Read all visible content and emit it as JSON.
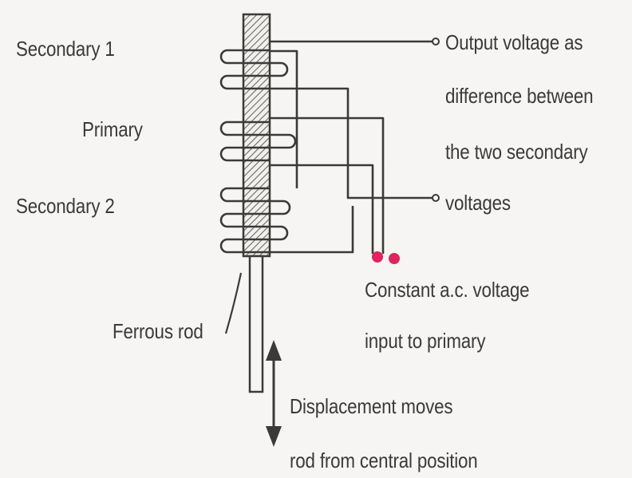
{
  "labels": {
    "secondary1": "Secondary 1",
    "primary": "Primary",
    "secondary2": "Secondary 2",
    "output_line1": "Output voltage as",
    "output_line2": "difference between",
    "output_line3": "the two secondary",
    "output_line4": "voltages",
    "constant_line1": "Constant a.c. voltage",
    "constant_line2": "input to primary",
    "ferrous_rod": "Ferrous rod",
    "displacement_line1": "Displacement moves",
    "displacement_line2": "rod from central position"
  },
  "colors": {
    "ink": "#3a3a3a",
    "terminal": "#e0245e",
    "background": "#f6f5f3"
  }
}
